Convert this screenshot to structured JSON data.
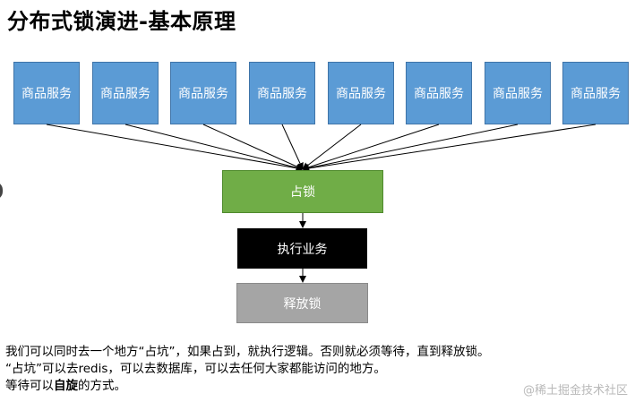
{
  "title": "分布式锁演进-基本原理",
  "diagram": {
    "services": [
      "商品服务",
      "商品服务",
      "商品服务",
      "商品服务",
      "商品服务",
      "商品服务",
      "商品服务",
      "商品服务"
    ],
    "lock_label": "占锁",
    "execute_label": "执行业务",
    "release_label": "释放锁",
    "colors": {
      "service": "#5b9bd5",
      "lock": "#70ad47",
      "execute": "#000000",
      "release": "#a5a5a5"
    }
  },
  "notes": {
    "line1": "我们可以同时去一个地方“占坑”，如果占到，就执行逻辑。否则就必须等待，直到释放锁。",
    "line2": "“占坑”可以去redis，可以去数据库，可以去任何大家都能访问的地方。",
    "line3_prefix": "等待可以",
    "line3_bold": "自旋",
    "line3_suffix": "的方式。"
  },
  "watermark": "@稀土掘金技术社区"
}
